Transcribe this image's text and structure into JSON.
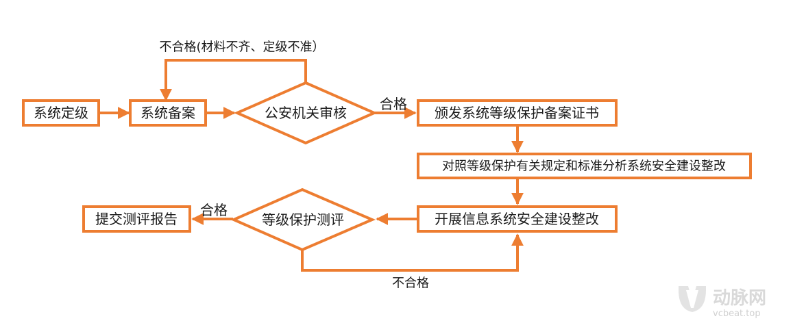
{
  "theme": {
    "accent": "#ED7D31",
    "text": "#1a1a1a",
    "background": "#ffffff"
  },
  "nodes": {
    "grading": "系统定级",
    "filing": "系统备案",
    "police_review": "公安机关审核",
    "certificate": "颁发系统等级保护备案证书",
    "gap_analysis": "对照等级保护有关规定和标准分析系统安全建设整改",
    "rectification": "开展信息系统安全建设整改",
    "assessment": "等级保护测评",
    "report": "提交测评报告"
  },
  "edge_labels": {
    "review_fail": "不合格(材料不齐、定级不准）",
    "review_pass": "合格",
    "assess_pass": "合格",
    "assess_fail": "不合格"
  },
  "watermark": {
    "brand": "动脉网",
    "site": "vcbeat.top"
  }
}
